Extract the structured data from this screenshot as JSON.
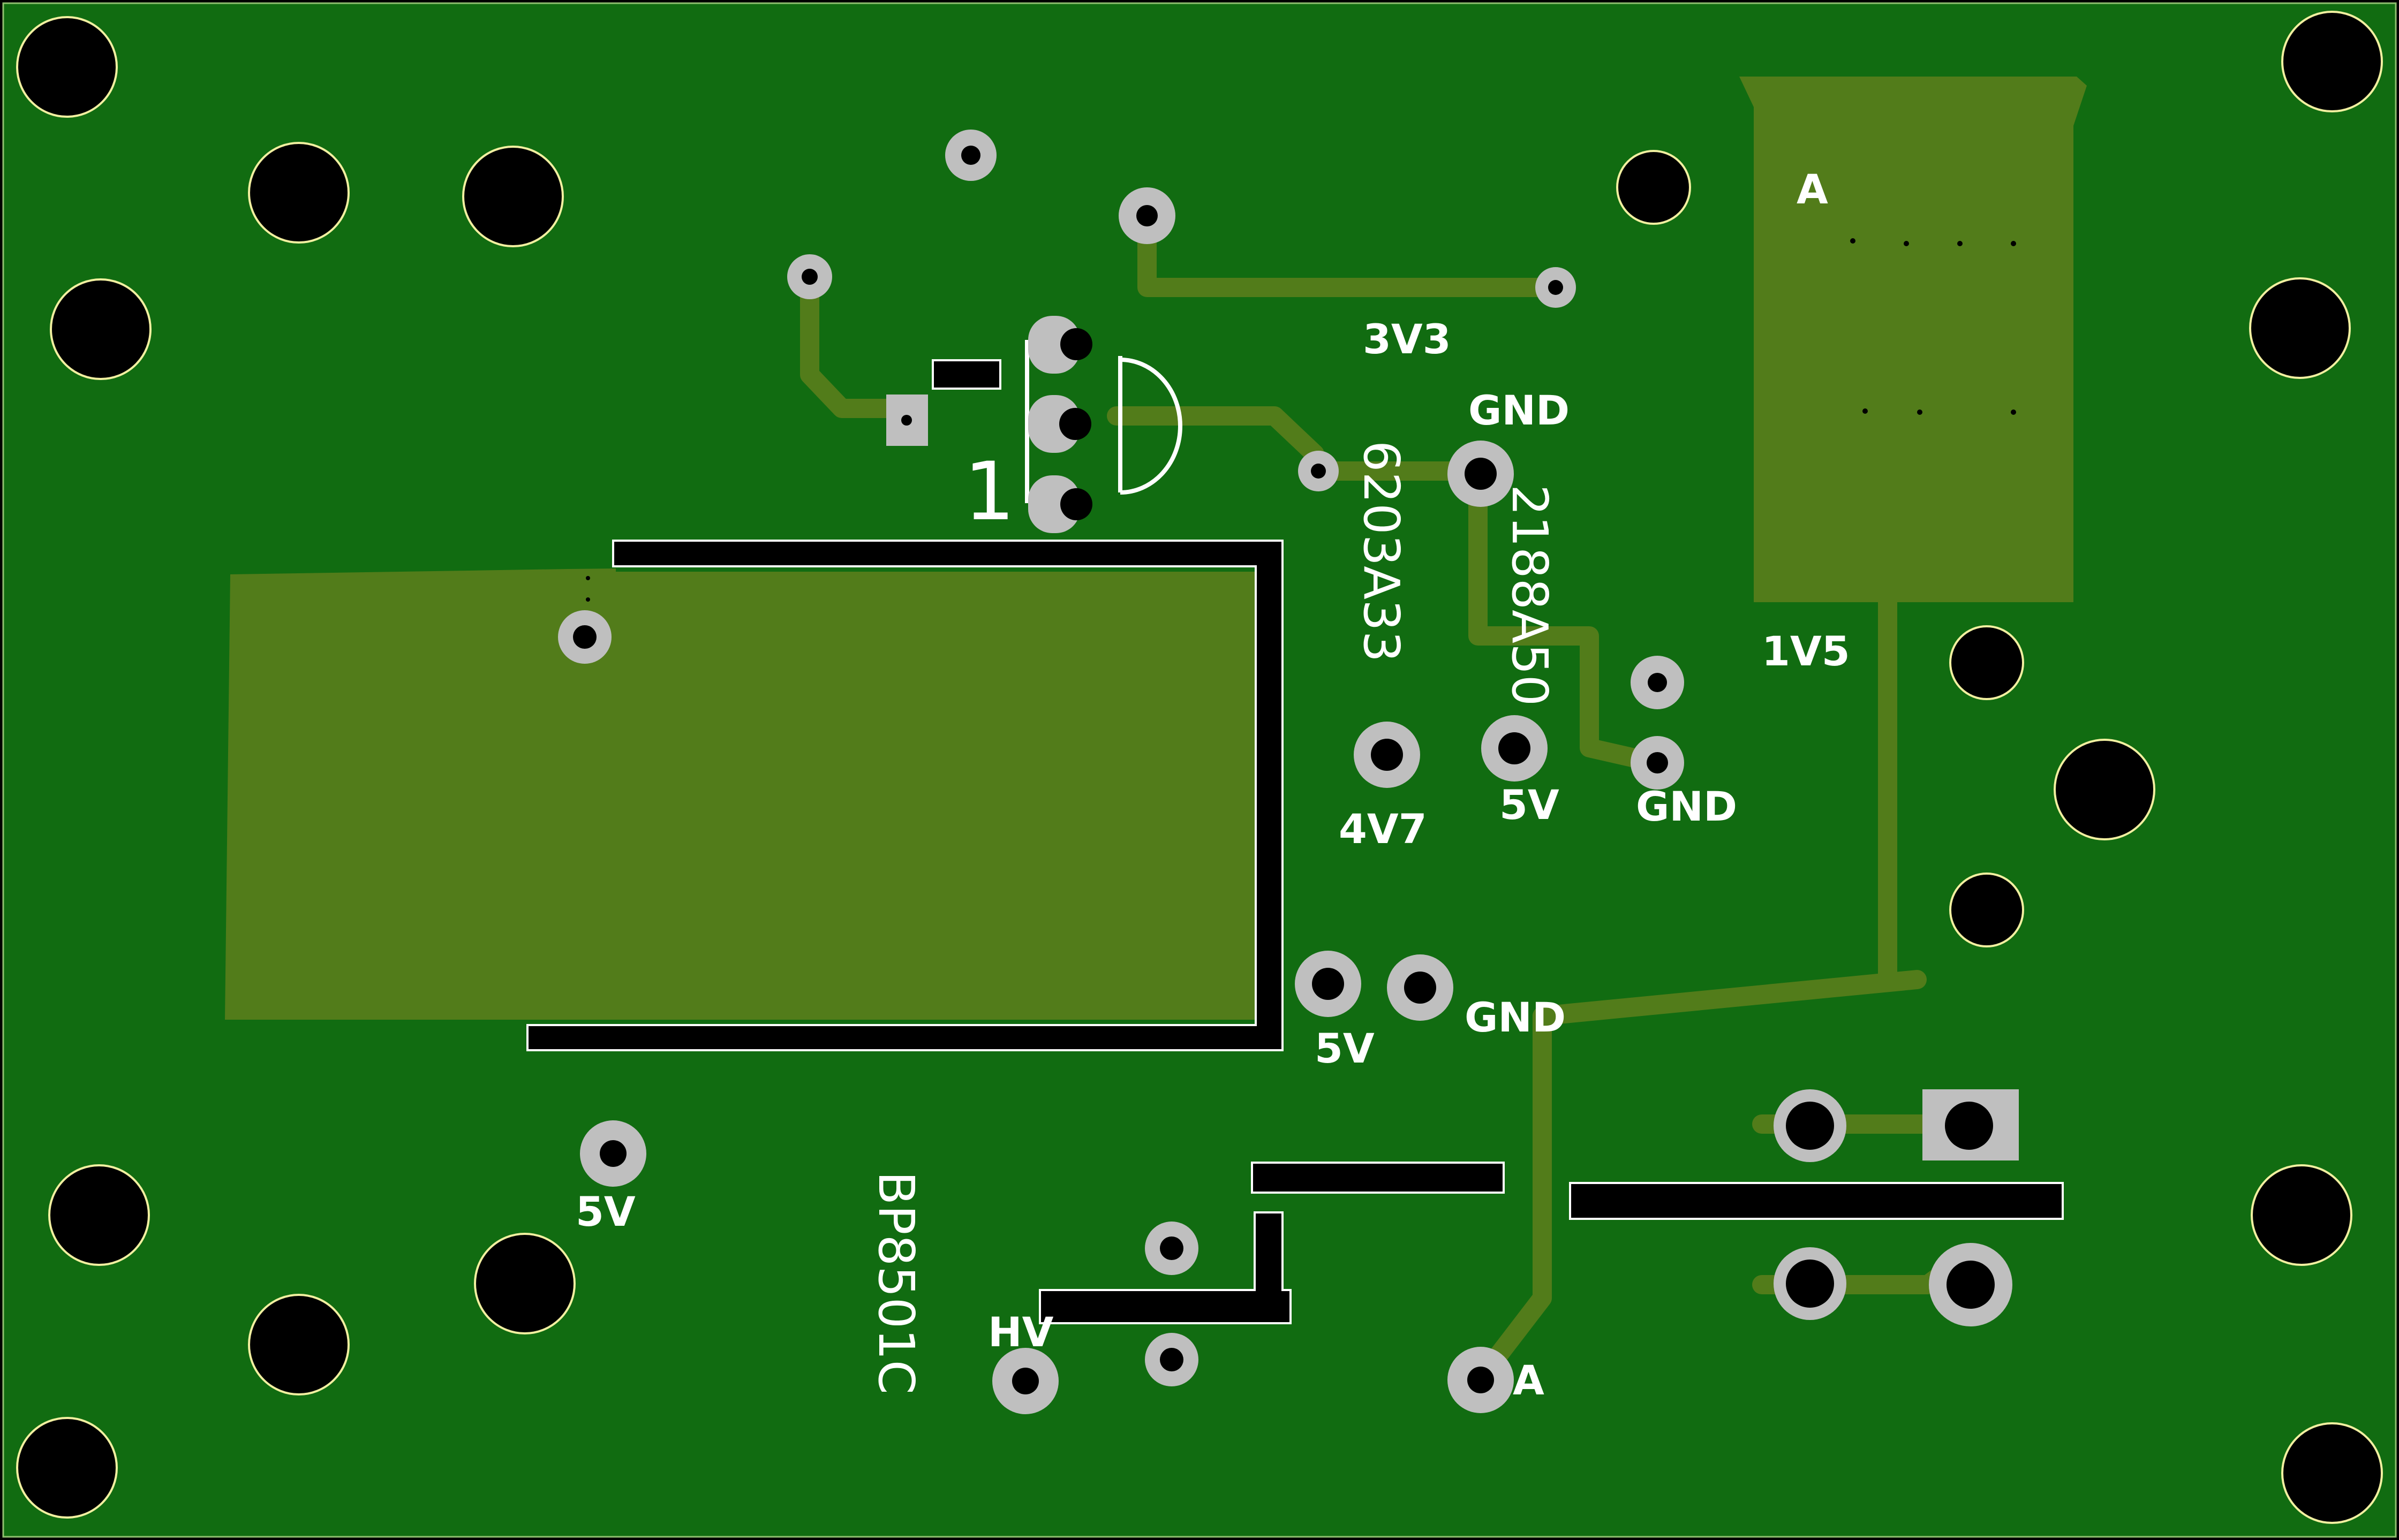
{
  "board": {
    "colors": {
      "background": "#000000",
      "substrate": "#116c11",
      "copper": "#527c1a",
      "pad": "#bfbfbf",
      "drill": "#000000",
      "silkscreen": "#ffffff",
      "hole_ring": "#f2f0a0"
    },
    "labels": {
      "v3v3": "3V3",
      "gnd_top": "GND",
      "part_6203": "6203A33",
      "part_2188": "2188A50",
      "a_top": "A",
      "v1v5": "1V5",
      "v4v7": "4V7",
      "v5v_mid": "5V",
      "gnd_mid": "GND",
      "v5v_lower": "5V",
      "gnd_lower": "GND",
      "v5v_left": "5V",
      "part_bp8501c": "BP8501C",
      "hv": "HV",
      "a_bottom": "A",
      "pin1": "1"
    }
  }
}
